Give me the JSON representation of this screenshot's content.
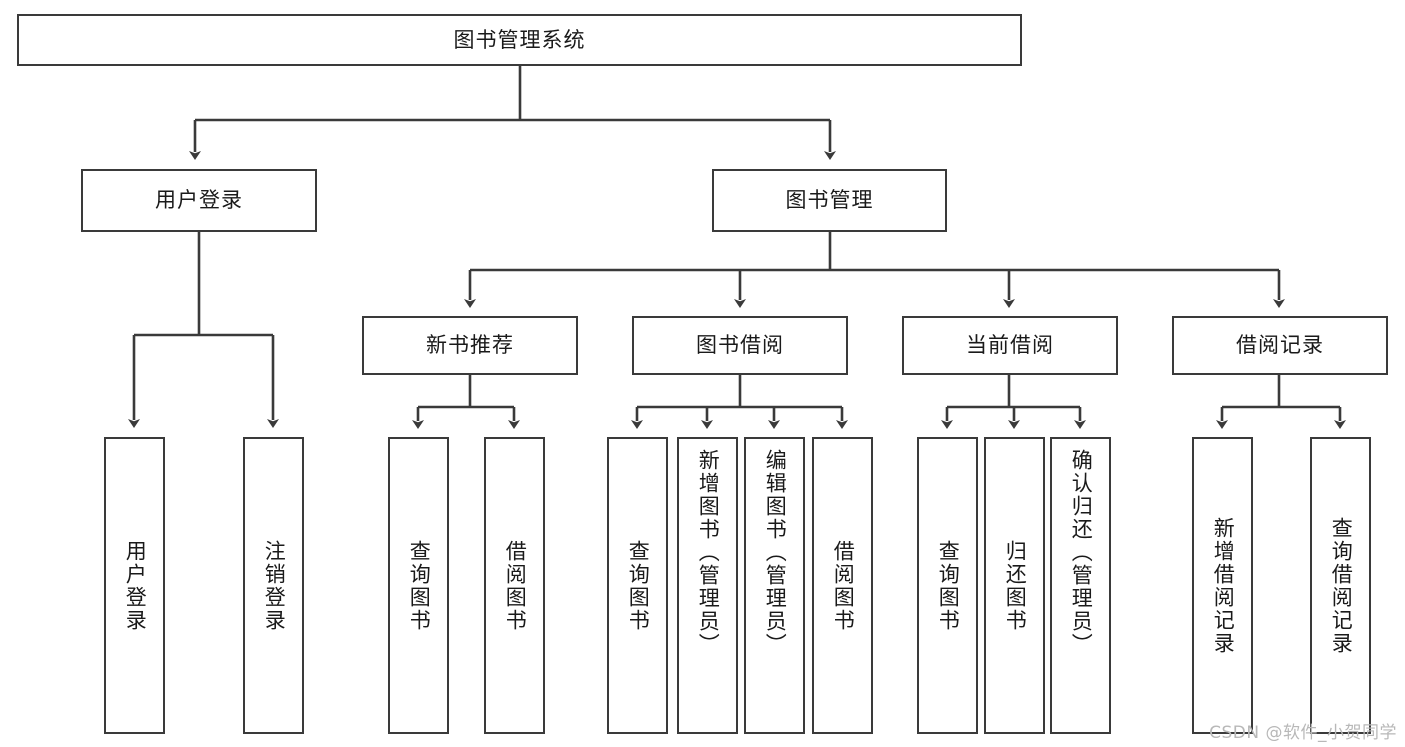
{
  "diagram": {
    "title": "图书管理系统",
    "type": "tree",
    "line_color": "#3a3a3a",
    "box_fill": "#ffffff",
    "text_color": "#1a1a1a",
    "root": {
      "label": "图书管理系统",
      "children": [
        {
          "label": "用户登录",
          "children": [
            {
              "label": "用户登录"
            },
            {
              "label": "注销登录"
            }
          ]
        },
        {
          "label": "图书管理",
          "children": [
            {
              "label": "新书推荐",
              "children": [
                {
                  "label": "查询图书"
                },
                {
                  "label": "借阅图书"
                }
              ]
            },
            {
              "label": "图书借阅",
              "children": [
                {
                  "label": "查询图书"
                },
                {
                  "label": "新增图书（管理员）"
                },
                {
                  "label": "编辑图书（管理员）"
                },
                {
                  "label": "借阅图书"
                }
              ]
            },
            {
              "label": "当前借阅",
              "children": [
                {
                  "label": "查询图书"
                },
                {
                  "label": "归还图书"
                },
                {
                  "label": "确认归还（管理员）"
                }
              ]
            },
            {
              "label": "借阅记录",
              "children": [
                {
                  "label": "新增借阅记录"
                },
                {
                  "label": "查询借阅记录"
                }
              ]
            }
          ]
        }
      ]
    },
    "nodes": {
      "root": "图书管理系统",
      "user_login": "用户登录",
      "book_manage": "图书管理",
      "new_book_rec": "新书推荐",
      "book_borrow": "图书借阅",
      "current_borrow": "当前借阅",
      "borrow_record": "借阅记录",
      "leaf_user_login": "用户登录",
      "leaf_logout": "注销登录",
      "leaf_query_book_a": "查询图书",
      "leaf_borrow_book_a": "借阅图书",
      "leaf_query_book_b": "查询图书",
      "leaf_add_book": "新增图书（管理员）",
      "leaf_edit_book": "编辑图书（管理员）",
      "leaf_borrow_book_b": "借阅图书",
      "leaf_query_book_c": "查询图书",
      "leaf_return_book": "归还图书",
      "leaf_confirm_return": "确认归还（管理员）",
      "leaf_add_record": "新增借阅记录",
      "leaf_query_record": "查询借阅记录"
    }
  },
  "watermark": {
    "text": "CSDN @软件_小贺同学"
  }
}
